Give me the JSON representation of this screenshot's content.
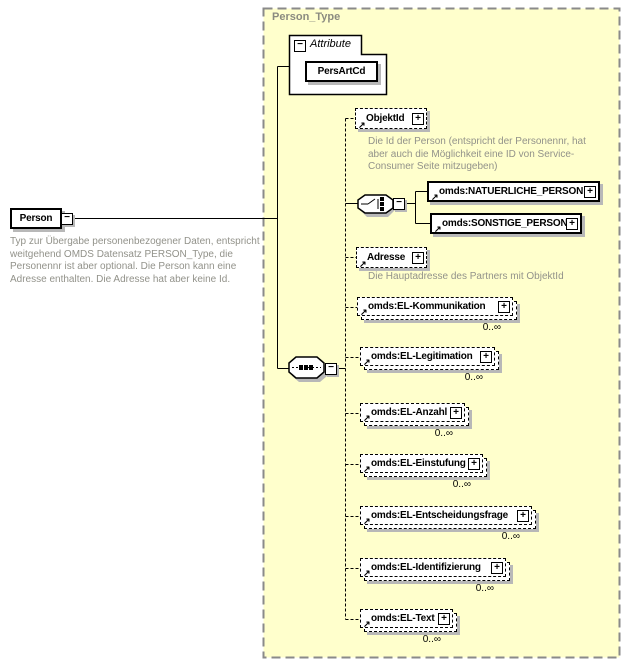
{
  "icons": {
    "expand": "+",
    "collapse": "−",
    "reference": "↗"
  },
  "panel": {
    "title": "Person_Type"
  },
  "root_element": {
    "name": "Person",
    "annotation": "Typ zur Übergabe personenbezogener Daten, entspricht weitgehend OMDS Datensatz PERSON_Type, die Personennr ist aber optional. Die Person kann eine Adresse enthalten. Die Adresse hat aber keine Id."
  },
  "attribute_group": {
    "label": "Attribute",
    "items": [
      {
        "name": "PersArtCd"
      }
    ]
  },
  "children": [
    {
      "label": "ObjektId",
      "annotation": "Die Id der Person (entspricht der Personennr, hat aber auch die Möglichkeit eine ID von Service-Consumer Seite mitzugeben)"
    },
    {
      "label": "omds:NATUERLICHE_PERSON"
    },
    {
      "label": "omds:SONSTIGE_PERSON"
    },
    {
      "label": "Adresse",
      "annotation": "Die Hauptadresse des Partners mit ObjektId"
    },
    {
      "label": "omds:EL-Kommunikation",
      "occurrence": "0..∞"
    },
    {
      "label": "omds:EL-Legitimation",
      "occurrence": "0..∞"
    },
    {
      "label": "omds:EL-Anzahl",
      "occurrence": "0..∞"
    },
    {
      "label": "omds:EL-Einstufung",
      "occurrence": "0..∞"
    },
    {
      "label": "omds:EL-Entscheidungsfrage",
      "occurrence": "0..∞"
    },
    {
      "label": "omds:EL-Identifizierung",
      "occurrence": "0..∞"
    },
    {
      "label": "omds:EL-Text",
      "occurrence": "0..∞"
    }
  ]
}
